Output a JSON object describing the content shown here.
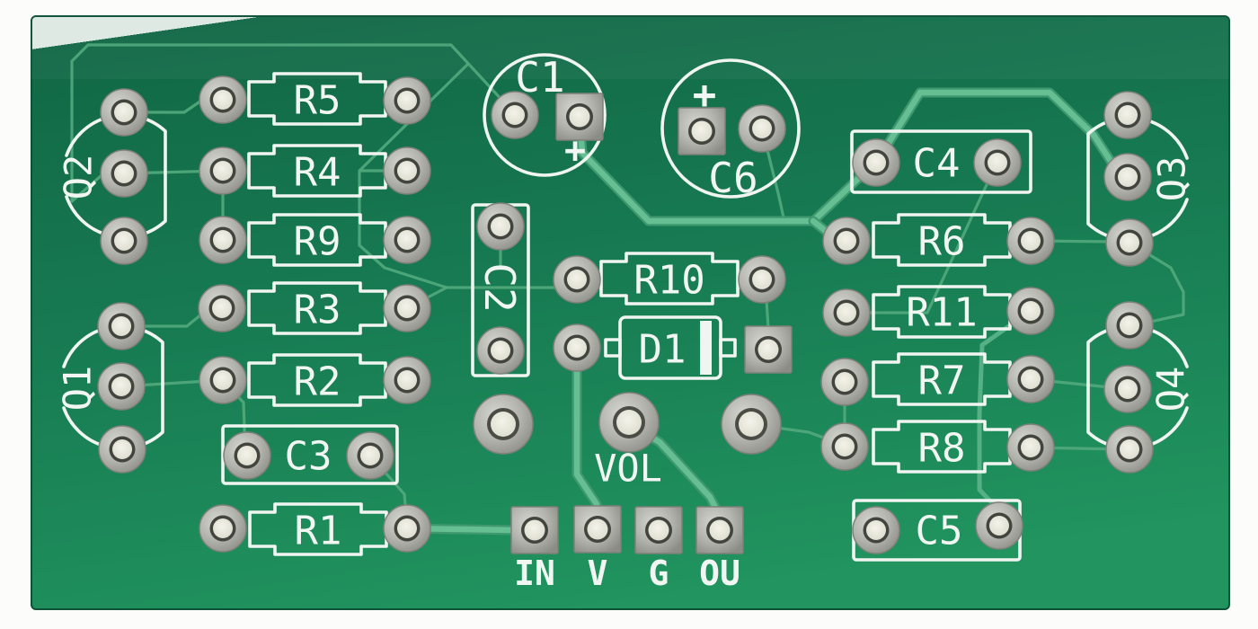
{
  "board": {
    "substrate_color": "#177a52",
    "silkscreen_color": "#f2f6f2",
    "trace_color": "#4fa87b",
    "pad_color": "#b9bab2",
    "background_color": "#fcfcfa"
  },
  "components": {
    "resistors": [
      "R1",
      "R2",
      "R3",
      "R4",
      "R5",
      "R6",
      "R7",
      "R8",
      "R9",
      "R10",
      "R11"
    ],
    "capacitors": [
      "C1",
      "C2",
      "C3",
      "C4",
      "C5",
      "C6"
    ],
    "transistors": [
      "Q1",
      "Q2",
      "Q3",
      "Q4"
    ],
    "diode": "D1",
    "potentiometer_label": "VOL",
    "connector_pins": [
      "IN",
      "V",
      "G",
      "OU"
    ],
    "polarity_marks": [
      "+",
      "+"
    ]
  }
}
